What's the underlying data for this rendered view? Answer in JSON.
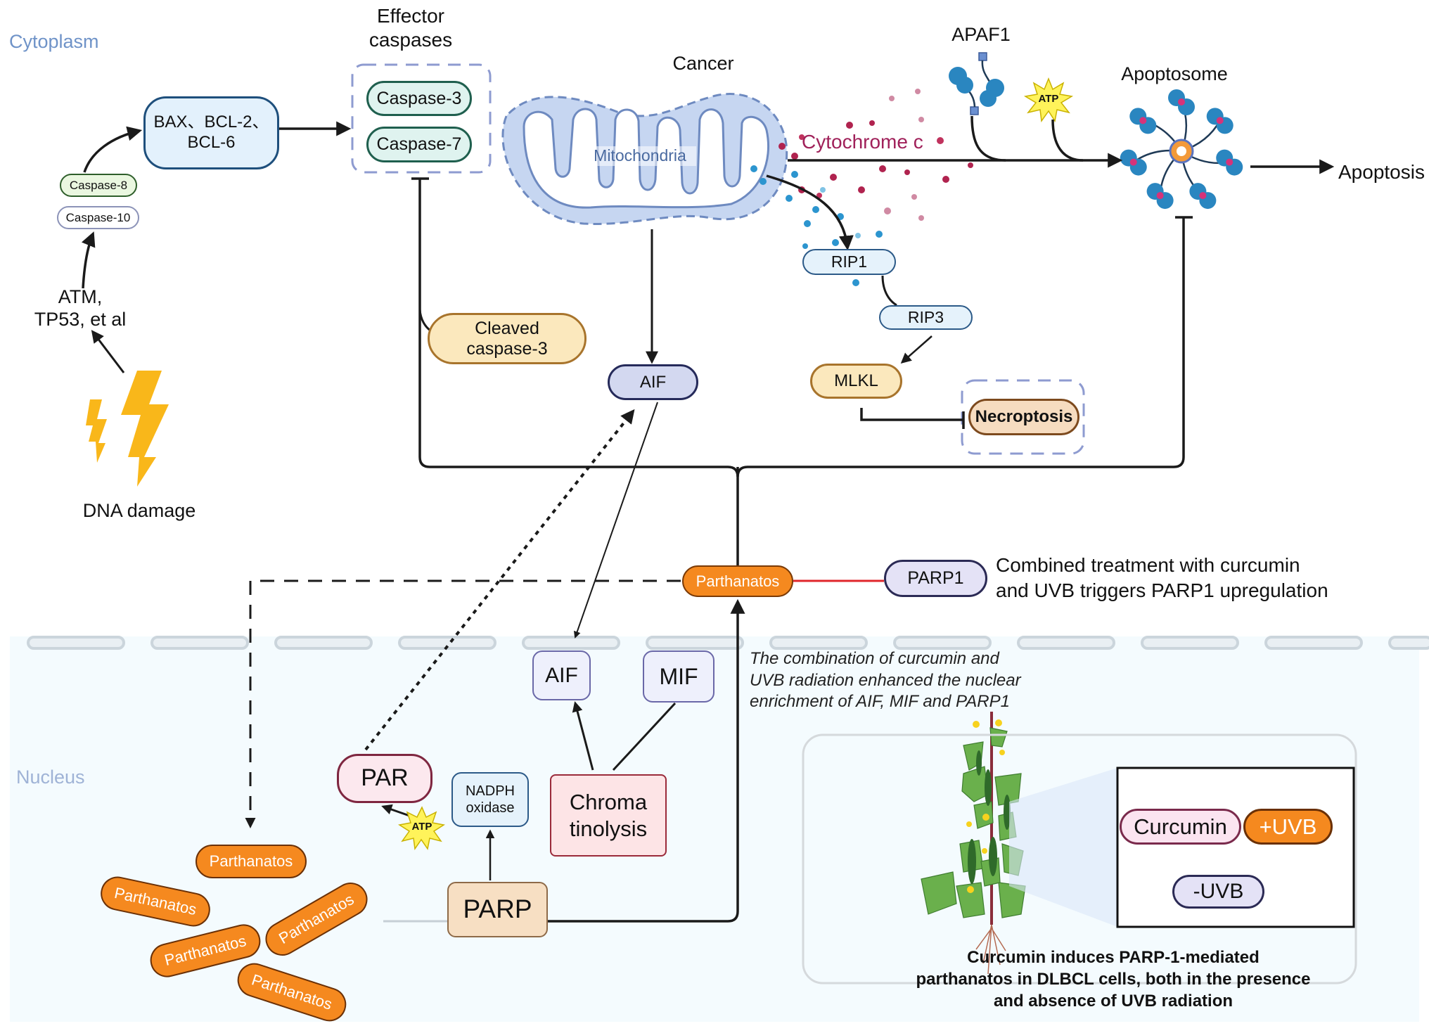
{
  "regions": {
    "cytoplasm": "Cytoplasm",
    "nucleus": "Nucleus"
  },
  "colors": {
    "region_label": "#6f93c8",
    "nucleus_label": "#9fb3d6",
    "parthanatos_fill": "#f5891f",
    "cytochrome_text": "#a0215a",
    "inhibit_red": "#e0262b"
  },
  "top": {
    "effector_title": [
      "Effector",
      "caspases"
    ],
    "caspase3": "Caspase-3",
    "caspase7": "Caspase-7",
    "bax_box": [
      "BAX、BCL-2、",
      "BCL-6"
    ],
    "caspase8": "Caspase-8",
    "caspase10": "Caspase-10",
    "atm": [
      "ATM,",
      "TP53, et al"
    ],
    "dna_damage": "DNA damage",
    "cancer": "Cancer",
    "mitochondria": "Mitochondria",
    "cytochrome_c": "Cytochrome c",
    "apaf1": "APAF1",
    "atp": "ATP",
    "apoptosome": "Apoptosome",
    "apoptosis": "Apoptosis"
  },
  "middle": {
    "cleaved_caspase3": [
      "Cleaved",
      "caspase-3"
    ],
    "aif": "AIF",
    "rip1": "RIP1",
    "rip3": "RIP3",
    "mlkl": "MLKL",
    "necroptosis": "Necroptosis",
    "parthanatos": "Parthanatos",
    "parp1": "PARP1",
    "parp1_note": [
      "Combined treatment with curcumin",
      "and UVB triggers PARP1 upregulation"
    ]
  },
  "nucleus": {
    "aif": "AIF",
    "mif": "MIF",
    "enrichment_note": [
      "The combination of curcumin and",
      "UVB radiation enhanced the nuclear",
      "enrichment  of AIF, MIF and PARP1"
    ],
    "par": "PAR",
    "nadph": [
      "NADPH",
      "oxidase"
    ],
    "atp": "ATP",
    "chromatinolysis": [
      "Chroma",
      "tinolysis"
    ],
    "parp": "PARP",
    "parthanatos_cluster": [
      "Parthanatos",
      "Parthanatos",
      "Parthanatos",
      "Parthanatos",
      "Parthanatos"
    ]
  },
  "panel": {
    "curcumin": "Curcumin",
    "plus_uvb": "+UVB",
    "minus_uvb": "-UVB",
    "caption": [
      "Curcumin induces PARP-1-mediated",
      "parthanatos in DLBCL cells, both in the presence",
      "and absence of UVB radiation"
    ]
  }
}
